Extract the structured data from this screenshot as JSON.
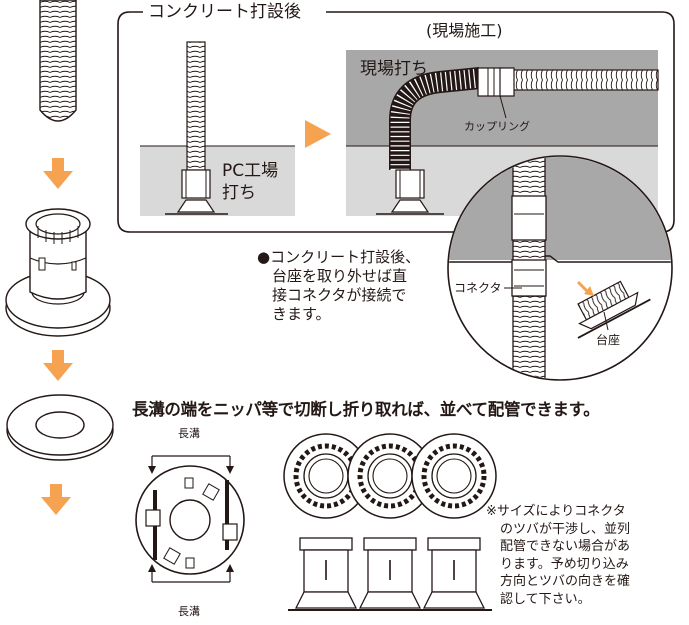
{
  "section_title": "コンクリート打設後",
  "site_label": "(現場施工)",
  "site_pour_label": "現場打ち",
  "coupling_label": "カップリング",
  "factory_label_line1": "PC工場",
  "factory_label_line2": "打ち",
  "note_bullet": "●",
  "note_lines": [
    "コンクリート打設後、",
    "台座を取り外せば直",
    "接コネクタが接続で",
    "きます。"
  ],
  "connector_label": "コネクタ",
  "base_label": "台座",
  "headline": "長溝の端をニッパ等で切断し折り取れば、並べて配管できます。",
  "groove_label_top": "長溝",
  "groove_label_bottom": "長溝",
  "caution_lines": [
    "※サイズによりコネクタ",
    "のツバが干渉し、並列",
    "配管できない場合があ",
    "ります。予め切り込み",
    "方向とツバの向きを確",
    "認して下さい。"
  ],
  "colors": {
    "arrow_orange": "#f5a350",
    "concrete_gray": "#d9d9d9",
    "site_gray": "#a8a8a8",
    "line": "#231815"
  }
}
